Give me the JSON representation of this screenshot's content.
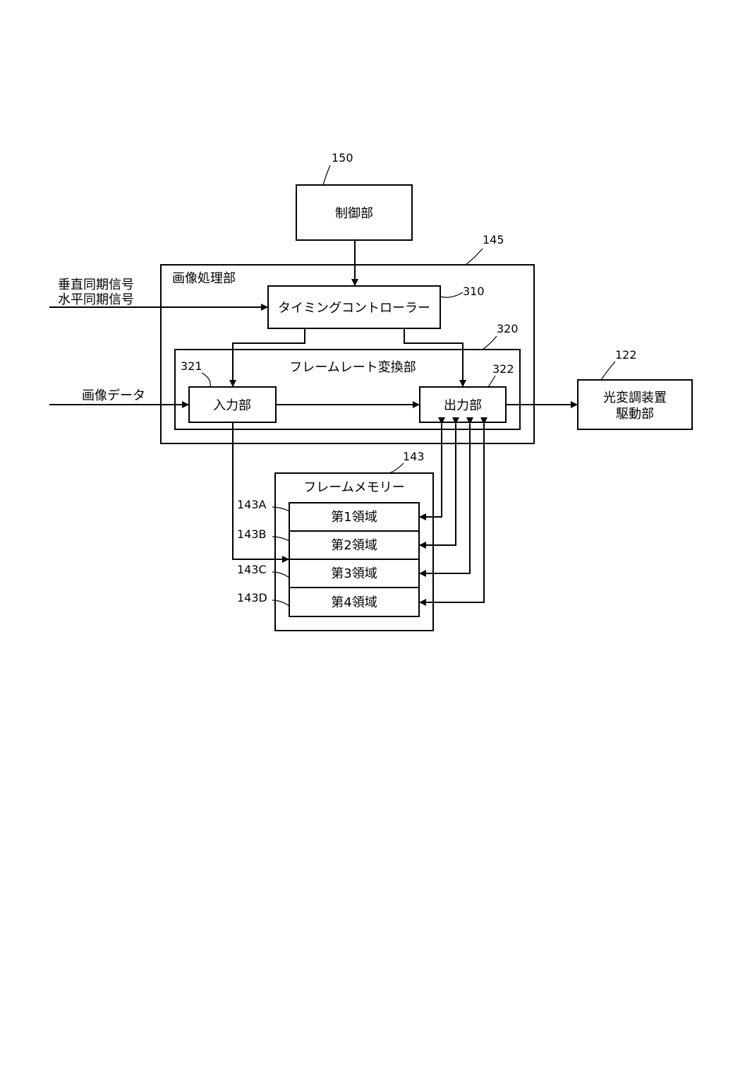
{
  "refs": {
    "control": "150",
    "image_processing": "145",
    "timing_controller": "310",
    "frame_rate_converter": "320",
    "input_unit": "321",
    "output_unit": "322",
    "modulator_driver": "122",
    "frame_memory": "143",
    "region_a": "143A",
    "region_b": "143B",
    "region_c": "143C",
    "region_d": "143D"
  },
  "labels": {
    "control": "制御部",
    "image_processing": "画像処理部",
    "timing_controller": "タイミングコントローラー",
    "frame_rate_converter": "フレームレート変換部",
    "input_unit": "入力部",
    "output_unit": "出力部",
    "modulator_driver_line1": "光変調装置",
    "modulator_driver_line2": "駆動部",
    "frame_memory": "フレームメモリー",
    "region1": "第1領域",
    "region2": "第2領域",
    "region3": "第3領域",
    "region4": "第4領域",
    "sync_in_line1": "垂直同期信号",
    "sync_in_line2": "水平同期信号",
    "image_data_in": "画像データ"
  }
}
